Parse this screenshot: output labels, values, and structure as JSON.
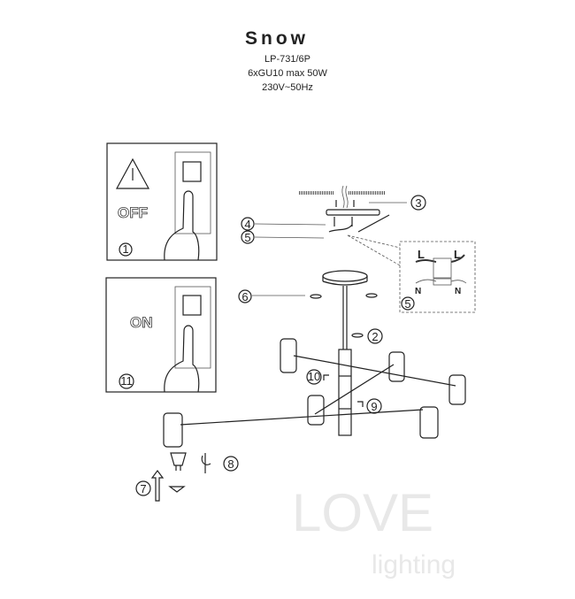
{
  "header": {
    "title": "Snow",
    "model": "LP-731/6P",
    "bulbs": "6xGU10 max 50W",
    "power": "230V~50Hz"
  },
  "panels": {
    "off_label": "OFF",
    "off_step": "1",
    "on_label": "ON",
    "on_step": "11"
  },
  "callouts": [
    "2",
    "3",
    "4",
    "5",
    "6",
    "7",
    "8",
    "9",
    "10"
  ],
  "wiring": {
    "live": "L",
    "neutral": "N",
    "step": "5"
  },
  "watermark": {
    "brand": "LOVE",
    "sub": "lighting"
  }
}
